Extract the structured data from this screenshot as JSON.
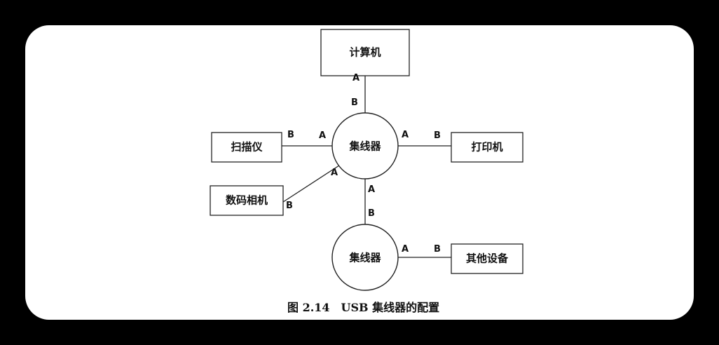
{
  "devices": {
    "computer": "计算机",
    "scanner": "扫描仪",
    "printer": "打印机",
    "camera": "数码相机",
    "other": "其他设备"
  },
  "hubs": {
    "main": "集线器",
    "secondary": "集线器"
  },
  "ports": {
    "computer_link": {
      "upstream": "A",
      "downstream": "B"
    },
    "scanner_link": {
      "hub_end": "A",
      "device_end": "B"
    },
    "printer_link": {
      "hub_end": "A",
      "device_end": "B"
    },
    "camera_link": {
      "hub_end": "A",
      "device_end": "B"
    },
    "hub_link": {
      "upstream": "A",
      "downstream": "B"
    },
    "other_link": {
      "hub_end": "A",
      "device_end": "B"
    }
  },
  "caption": "图 2.14　USB 集线器的配置"
}
